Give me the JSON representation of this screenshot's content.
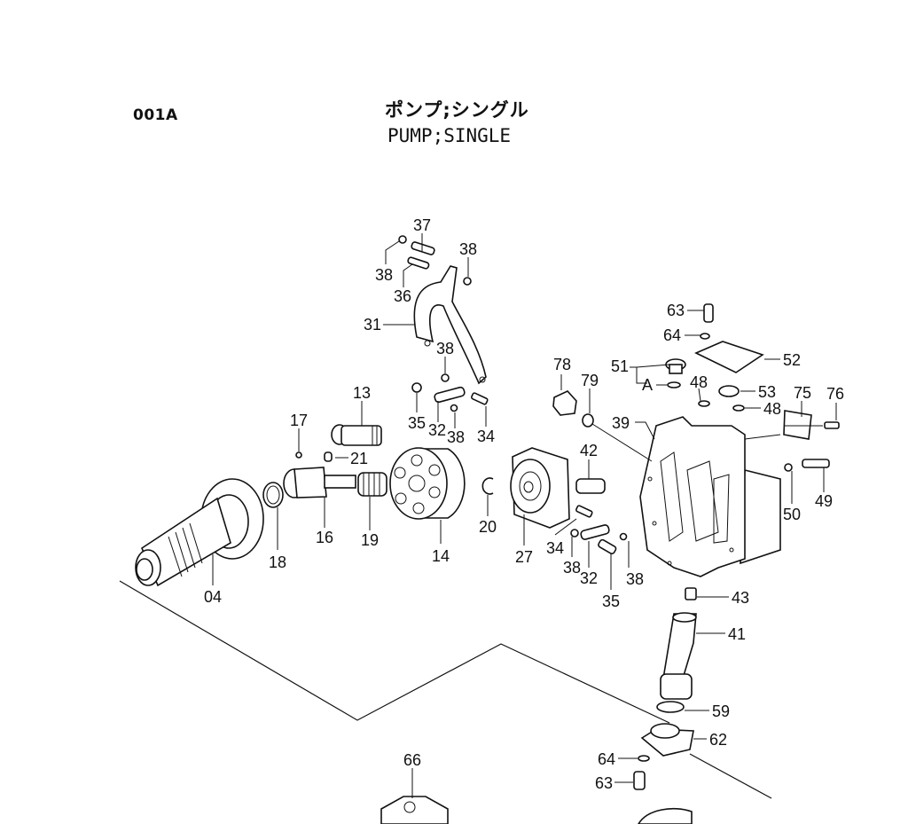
{
  "header": {
    "page_code": "001A",
    "title_jp": "ポンプ;シングル",
    "title_en": "PUMP;SINGLE"
  },
  "callouts": [
    {
      "id": "c37",
      "text": "37"
    },
    {
      "id": "c38a",
      "text": "38"
    },
    {
      "id": "c38b",
      "text": "38"
    },
    {
      "id": "c36",
      "text": "36"
    },
    {
      "id": "c31",
      "text": "31"
    },
    {
      "id": "c38c",
      "text": "38"
    },
    {
      "id": "c13",
      "text": "13"
    },
    {
      "id": "c17",
      "text": "17"
    },
    {
      "id": "c21",
      "text": "21"
    },
    {
      "id": "c35a",
      "text": "35"
    },
    {
      "id": "c32a",
      "text": "32"
    },
    {
      "id": "c38d",
      "text": "38"
    },
    {
      "id": "c34a",
      "text": "34"
    },
    {
      "id": "c16",
      "text": "16"
    },
    {
      "id": "c19",
      "text": "19"
    },
    {
      "id": "c18",
      "text": "18"
    },
    {
      "id": "c04",
      "text": "04"
    },
    {
      "id": "c14",
      "text": "14"
    },
    {
      "id": "c20",
      "text": "20"
    },
    {
      "id": "c27",
      "text": "27"
    },
    {
      "id": "c42",
      "text": "42"
    },
    {
      "id": "c34b",
      "text": "34"
    },
    {
      "id": "c38e",
      "text": "38"
    },
    {
      "id": "c32b",
      "text": "32"
    },
    {
      "id": "c38f",
      "text": "38"
    },
    {
      "id": "c35b",
      "text": "35"
    },
    {
      "id": "c78",
      "text": "78"
    },
    {
      "id": "c79",
      "text": "79"
    },
    {
      "id": "c51",
      "text": "51"
    },
    {
      "id": "cA",
      "text": "A"
    },
    {
      "id": "c48a",
      "text": "48"
    },
    {
      "id": "c63a",
      "text": "63"
    },
    {
      "id": "c64a",
      "text": "64"
    },
    {
      "id": "c52",
      "text": "52"
    },
    {
      "id": "c53",
      "text": "53"
    },
    {
      "id": "c48b",
      "text": "48"
    },
    {
      "id": "c75",
      "text": "75"
    },
    {
      "id": "c76",
      "text": "76"
    },
    {
      "id": "c39",
      "text": "39"
    },
    {
      "id": "c49",
      "text": "49"
    },
    {
      "id": "c50",
      "text": "50"
    },
    {
      "id": "c43",
      "text": "43"
    },
    {
      "id": "c41",
      "text": "41"
    },
    {
      "id": "c59",
      "text": "59"
    },
    {
      "id": "c62",
      "text": "62"
    },
    {
      "id": "c64b",
      "text": "64"
    },
    {
      "id": "c63b",
      "text": "63"
    },
    {
      "id": "c66",
      "text": "66"
    }
  ]
}
